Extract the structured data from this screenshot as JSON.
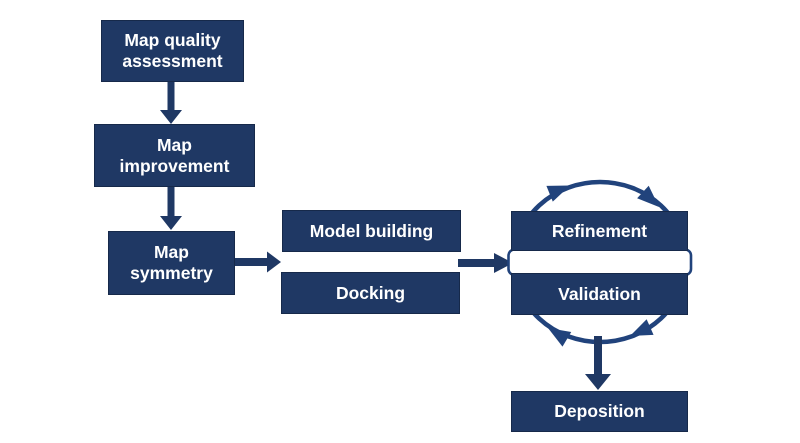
{
  "colors": {
    "box": "#1f3864",
    "box_border": "#16294a",
    "arrow": "#1f3864",
    "cycle": "#21437c",
    "text": "#ffffff",
    "background": "#ffffff"
  },
  "nodes": [
    {
      "id": "map-quality-assessment",
      "label": "Map quality\nassessment"
    },
    {
      "id": "map-improvement",
      "label": "Map\nimprovement"
    },
    {
      "id": "map-symmetry",
      "label": "Map\nsymmetry"
    },
    {
      "id": "model-building",
      "label": "Model building"
    },
    {
      "id": "docking",
      "label": "Docking"
    },
    {
      "id": "refinement",
      "label": "Refinement"
    },
    {
      "id": "validation",
      "label": "Validation"
    },
    {
      "id": "deposition",
      "label": "Deposition"
    }
  ],
  "edges": [
    {
      "from": "map-quality-assessment",
      "to": "map-improvement",
      "type": "arrow"
    },
    {
      "from": "map-improvement",
      "to": "map-symmetry",
      "type": "arrow"
    },
    {
      "from": "map-symmetry",
      "to": "model-building / docking",
      "type": "arrow"
    },
    {
      "from": "model-building / docking",
      "to": "refinement / validation",
      "type": "arrow"
    },
    {
      "from": "refinement",
      "to": "validation",
      "type": "cycle-clockwise"
    },
    {
      "from": "refinement / validation cycle",
      "to": "deposition",
      "type": "arrow"
    }
  ]
}
